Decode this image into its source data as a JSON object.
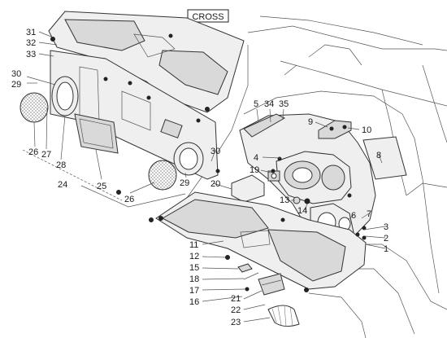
{
  "variant_label": "CROSS",
  "callouts": {
    "c1": "1",
    "c2": "2",
    "c3": "3",
    "c4": "4",
    "c5": "5",
    "c6": "6",
    "c7": "7",
    "c8": "8",
    "c9": "9",
    "c10": "10",
    "c11": "11",
    "c12": "12",
    "c13": "13",
    "c14": "14",
    "c15": "15",
    "c16": "16",
    "c17": "17",
    "c18": "18",
    "c19": "19",
    "c20": "20",
    "c21": "21",
    "c22": "22",
    "c23": "23",
    "c24": "24",
    "c25": "25",
    "c26a": "26",
    "c26b": "26",
    "c27": "27",
    "c28": "28",
    "c29a": "29",
    "c29b": "29",
    "c30a": "30",
    "c30b": "30",
    "c31": "31",
    "c32": "32",
    "c33": "33",
    "c34": "34",
    "c35": "35"
  }
}
